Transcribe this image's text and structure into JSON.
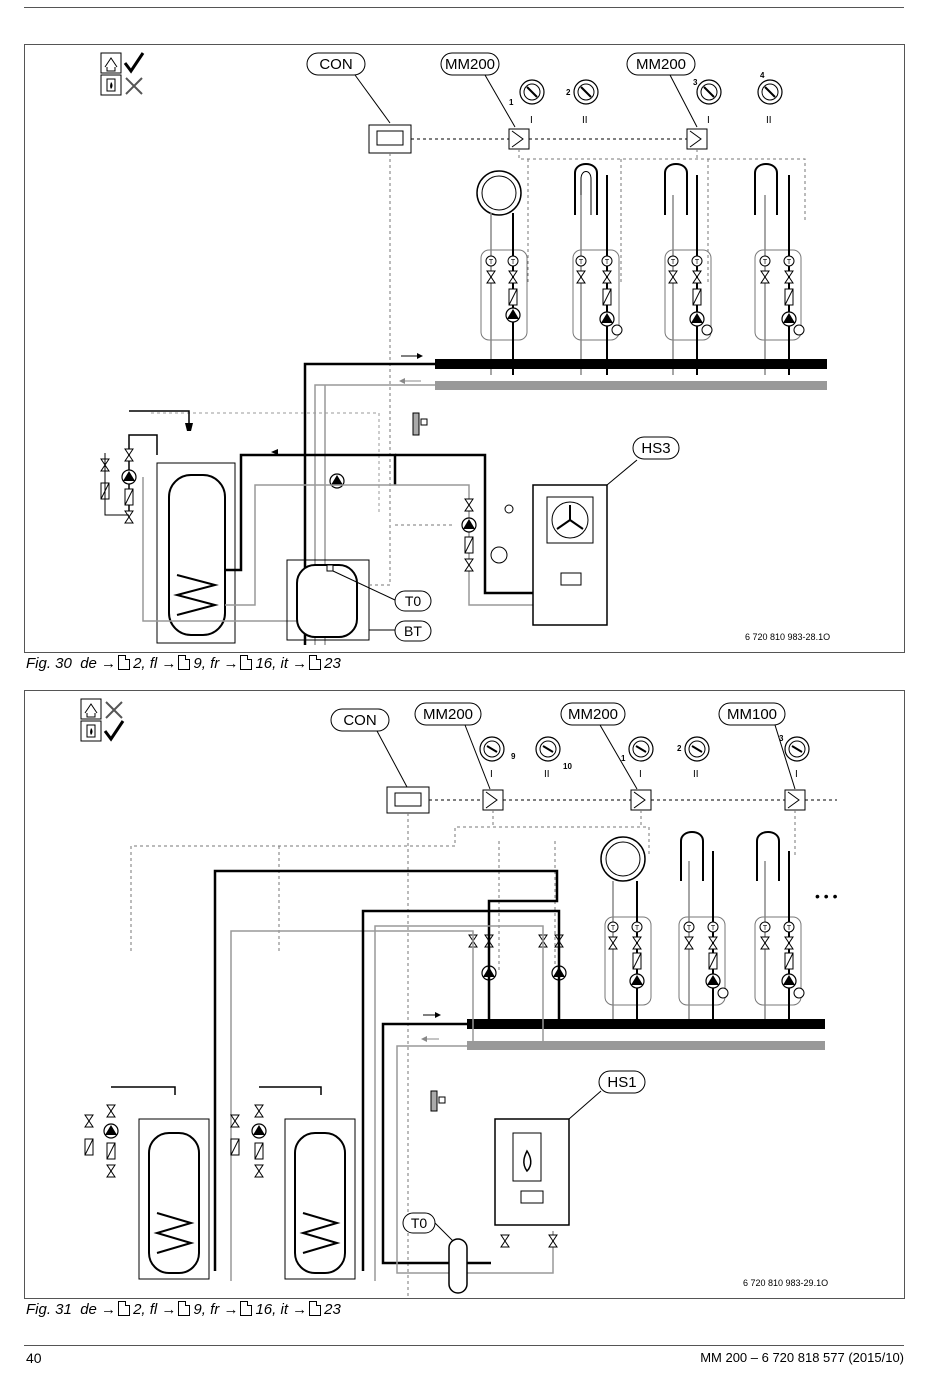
{
  "figure1": {
    "caption": {
      "fig": "Fig. 30",
      "refs": [
        {
          "lang": "de",
          "page": "2"
        },
        {
          "lang": "fl",
          "page": "9"
        },
        {
          "lang": "fr",
          "page": "16"
        },
        {
          "lang": "it",
          "page": "23"
        }
      ]
    },
    "labels": {
      "con": "CON",
      "mm_a": "MM200",
      "mm_b": "MM200",
      "hs": "HS3",
      "t0": "T0",
      "bt": "BT"
    },
    "dials": {
      "d1": "1",
      "d2": "2",
      "d3": "3",
      "d4": "4",
      "c1": "I",
      "c2": "II",
      "c3": "I",
      "c4": "II"
    },
    "code": "6 720 810 983-28.1O",
    "mode_icons": [
      "check-icon",
      "cross-icon"
    ]
  },
  "figure2": {
    "caption": {
      "fig": "Fig. 31",
      "refs": [
        {
          "lang": "de",
          "page": "2"
        },
        {
          "lang": "fl",
          "page": "9"
        },
        {
          "lang": "fr",
          "page": "16"
        },
        {
          "lang": "it",
          "page": "23"
        }
      ]
    },
    "labels": {
      "con": "CON",
      "mm_a": "MM200",
      "mm_b": "MM200",
      "mm_c": "MM100",
      "hs": "HS1",
      "t0": "T0"
    },
    "dials": {
      "d1": "9",
      "d2": "10",
      "d3": "1",
      "d4": "2",
      "d5": "3",
      "c1": "I",
      "c2": "II",
      "c3": "I",
      "c4": "II",
      "c5": "I"
    },
    "code": "6 720 810 983-29.1O",
    "more": "• • •",
    "mode_icons": [
      "cross-icon",
      "check-icon"
    ]
  },
  "footer": {
    "page_number": "40",
    "doc_ref": "MM 200 – 6 720 818 577 (2015/10)"
  }
}
